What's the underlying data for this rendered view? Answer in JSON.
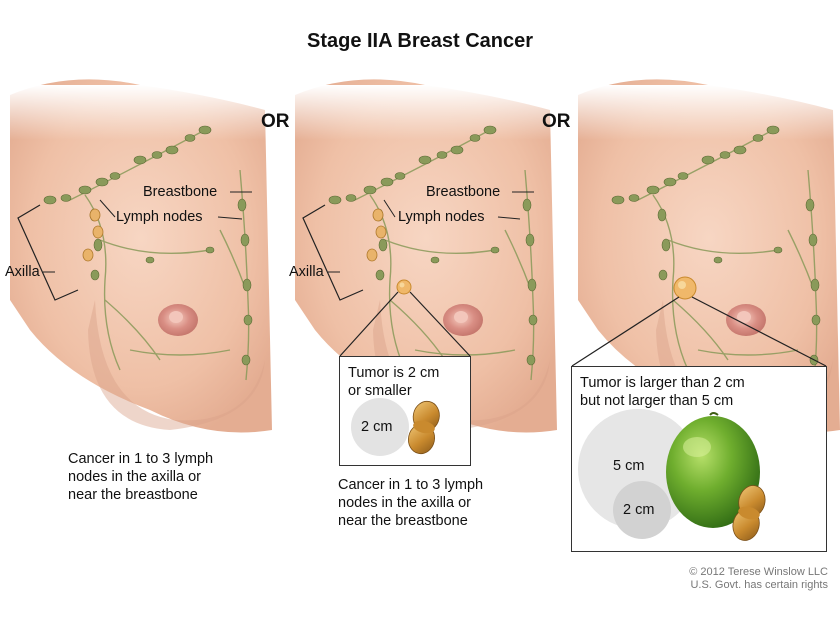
{
  "title": "Stage IIA Breast Cancer",
  "separators": [
    "OR",
    "OR"
  ],
  "labels": {
    "breastbone": "Breastbone",
    "lymph_nodes": "Lymph nodes",
    "axilla": "Axilla"
  },
  "panel1": {
    "caption": [
      "Cancer in 1 to 3 lymph",
      "nodes in the axilla or",
      "near the breastbone"
    ]
  },
  "panel2": {
    "callout_text": [
      "Tumor is 2 cm",
      "or smaller"
    ],
    "size_label": "2 cm",
    "caption": [
      "Cancer in 1 to 3 lymph",
      "nodes in the axilla or",
      "near the breastbone"
    ]
  },
  "panel3": {
    "callout_text": [
      "Tumor is larger than 2 cm",
      "but not larger than 5 cm"
    ],
    "size_large": "5 cm",
    "size_small": "2 cm"
  },
  "copyright": [
    "© 2012 Terese Winslow LLC",
    "U.S. Govt. has certain rights"
  ],
  "colors": {
    "skin": "#f2c6ae",
    "skin_shadow": "#d9a28a",
    "lymph": "#8a9a5a",
    "tumor": "#e9b36a",
    "lime": "#6fae2e",
    "peanut": "#c98a2e"
  }
}
